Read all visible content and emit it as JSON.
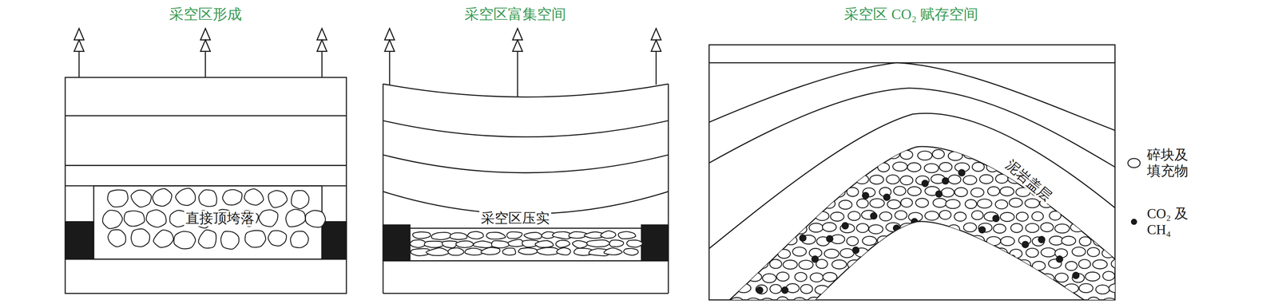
{
  "diagram": {
    "labels": [
      "采空区形成",
      "采空区富集空间",
      "采空区 CO₂ 赋存空间",
      "直接顶垮落",
      "采空区压实",
      "泥岩盖层"
    ],
    "legend": [
      {
        "text": "碎块及填充物"
      },
      {
        "text": "CO₂ 及 CH₄",
        "color": "#1a1a1a"
      }
    ]
  }
}
